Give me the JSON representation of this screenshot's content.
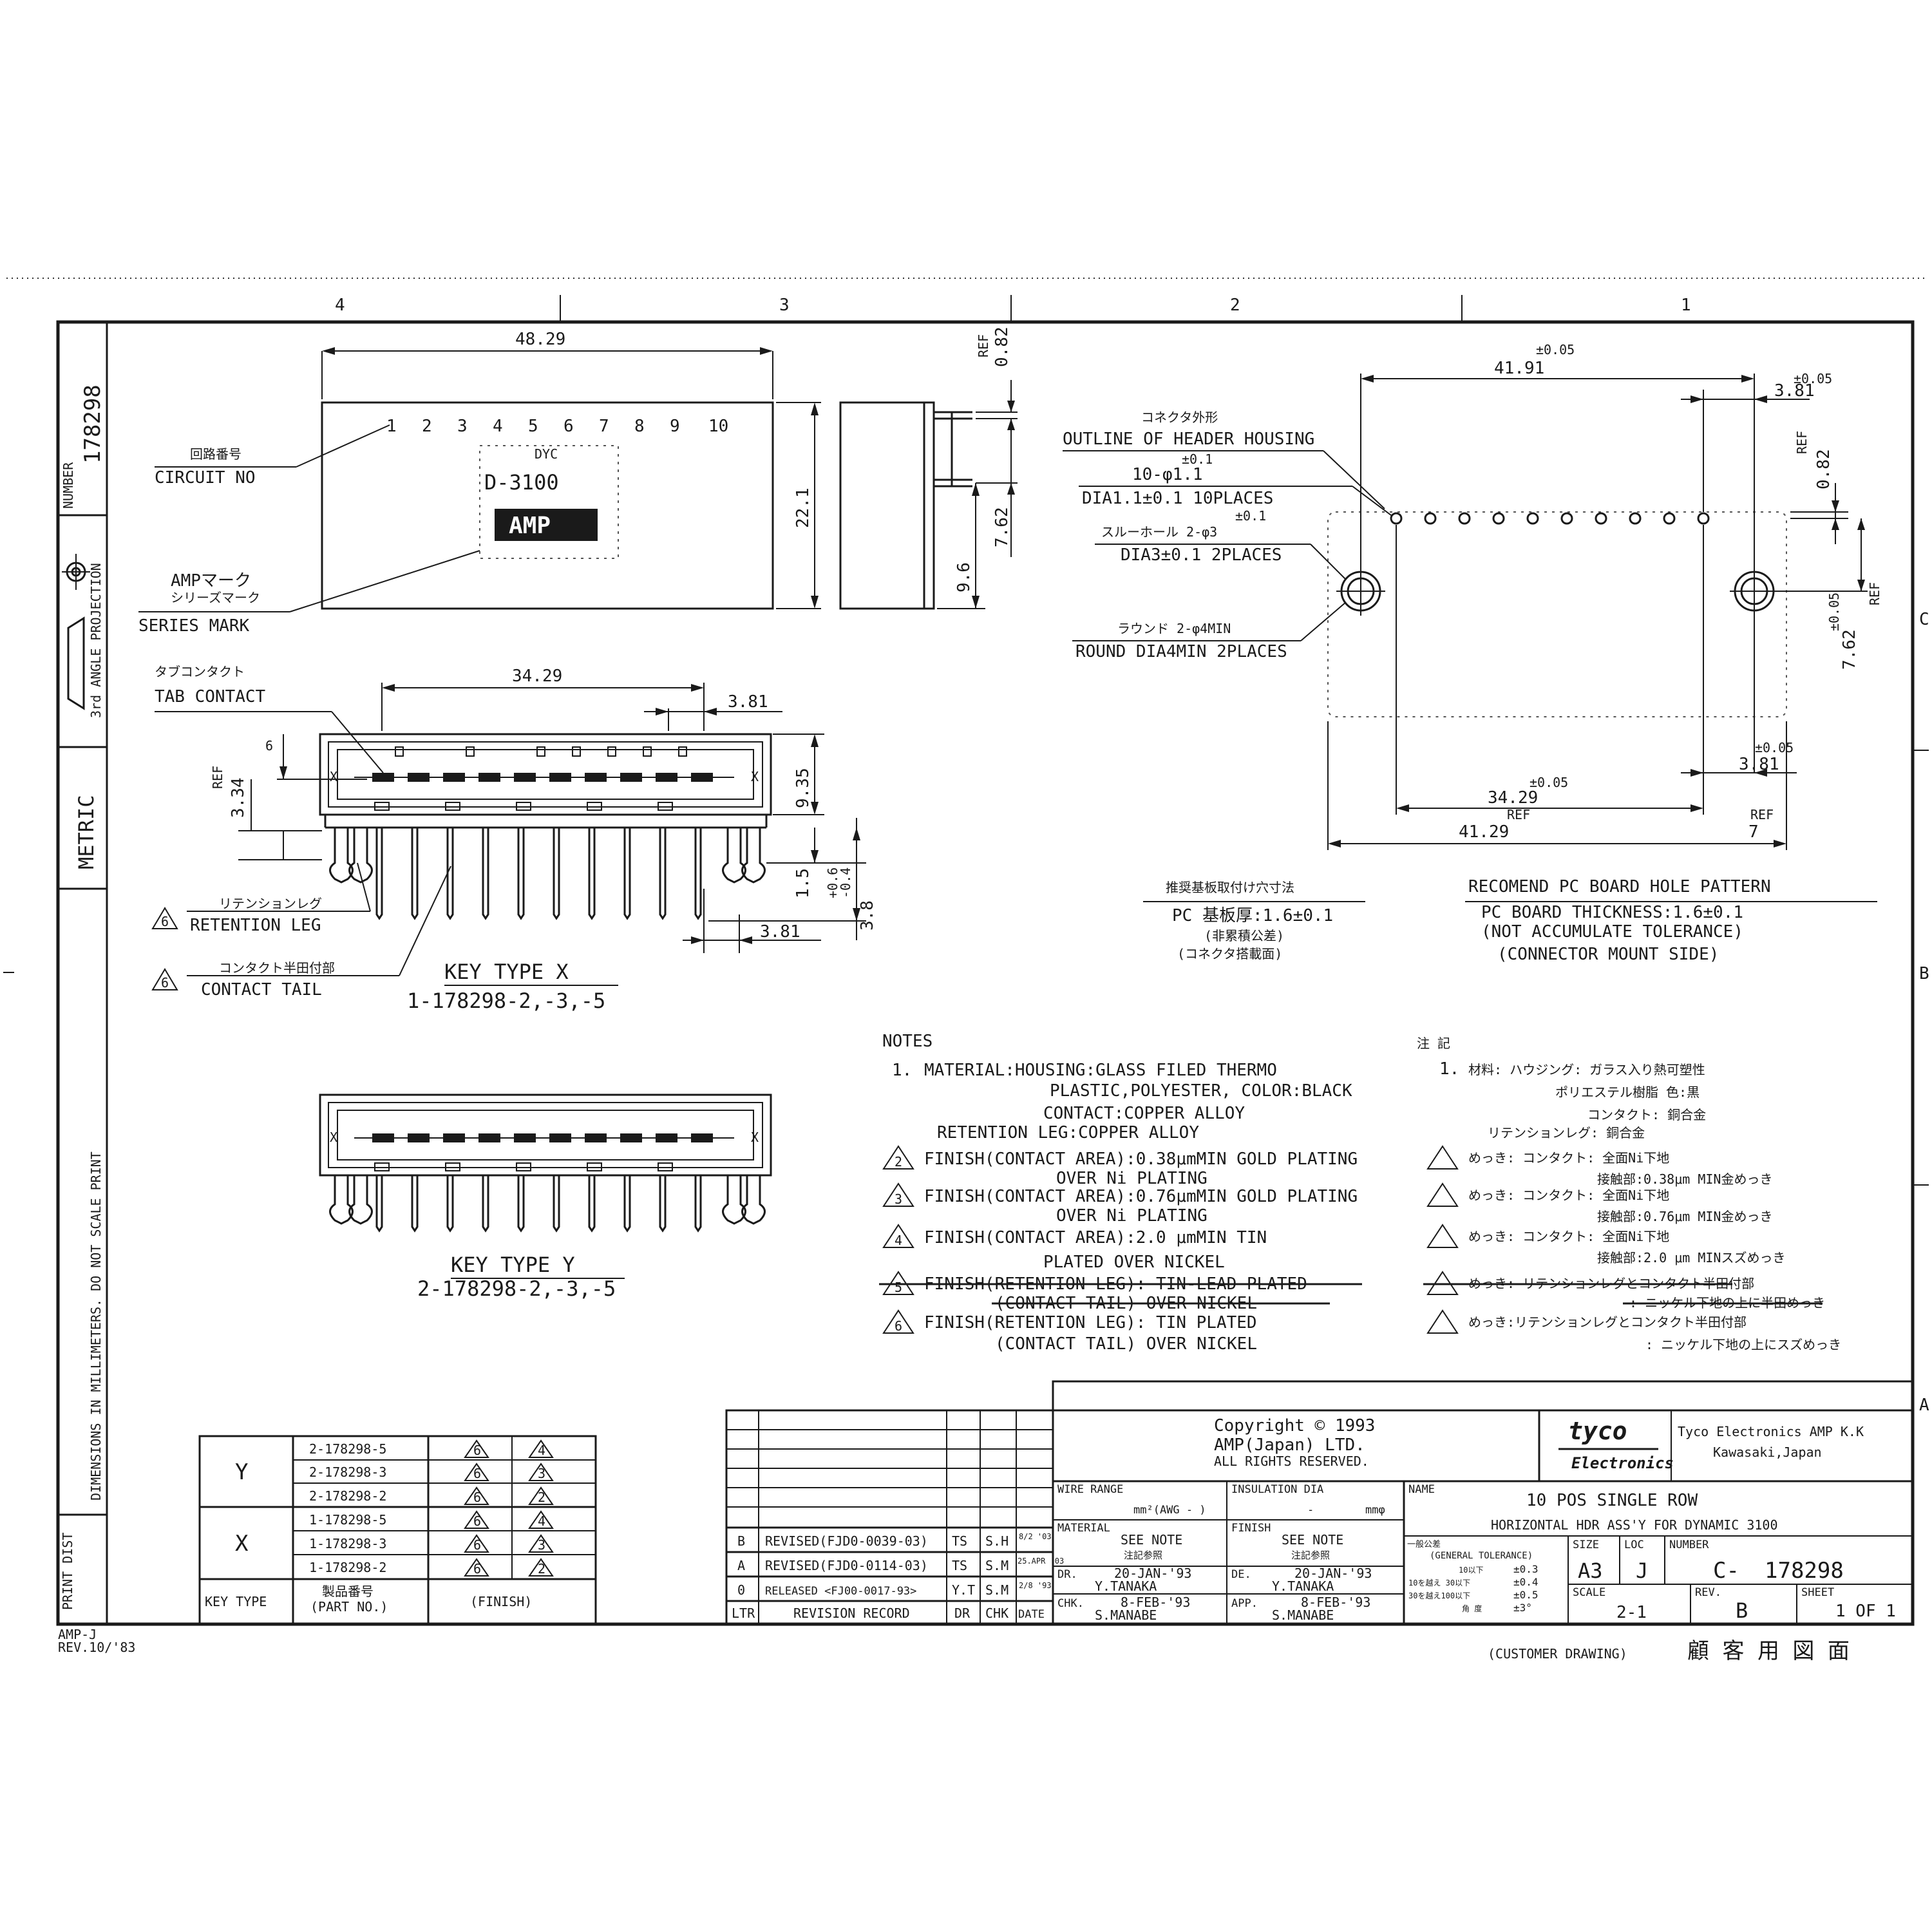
{
  "part_number_side": "178298",
  "side_labels": {
    "number": "NUMBER",
    "projection": "3rd ANGLE PROJECTION",
    "metric": "METRIC",
    "dimensions_note": "DIMENSIONS IN MILLIMETERS. DO NOT SCALE PRINT",
    "print_dist": "PRINT DIST",
    "form_code": "AMP-J",
    "form_rev": "REV.10/'83"
  },
  "zone_columns": [
    "4",
    "3",
    "2",
    "1"
  ],
  "zone_rows": [
    "C",
    "B",
    "A"
  ],
  "top_view": {
    "width_dim": "48.29",
    "circuit_numbers": [
      "10",
      "9",
      "8",
      "7",
      "6",
      "5",
      "4",
      "3",
      "2",
      "1"
    ],
    "dyc": "DYC",
    "series": "D-3100",
    "logo": "AMP",
    "circuit_no_jp": "回路番号",
    "circuit_no": "CIRCUIT NO",
    "amp_mark_jp": "AMPマーク",
    "series_mark_jp": "シリーズマーク",
    "series_mark": "SERIES MARK",
    "height_dim": "22.1"
  },
  "side_view": {
    "ref": "REF",
    "dim_082": "0.82",
    "dim_762": "7.62",
    "dim_96": "9.6"
  },
  "key_x_view": {
    "tab_contact_jp": "タブコンタクト",
    "tab_contact": "TAB CONTACT",
    "dim_3429": "34.29",
    "dim_381": "3.81",
    "dim_6": "6",
    "ref": "REF",
    "dim_334": "3.34",
    "dim_935": "9.35",
    "dim_15": "1.5",
    "tol_plus": "+0.6",
    "tol_minus": "-0.4",
    "dim_38": "3.8",
    "dim_381b": "3.81",
    "retention_leg_jp": "リテンションレグ",
    "retention_leg": "RETENTION LEG",
    "contact_tail_jp": "コンタクト半田付部",
    "contact_tail": "CONTACT TAIL",
    "flag_6a": "6",
    "flag_6b": "6",
    "key_title": "KEY TYPE X",
    "key_parts": "1-178298-2,-3,-5",
    "x_mark": "X"
  },
  "key_y_view": {
    "key_title": "KEY TYPE Y",
    "key_parts": "2-178298-2,-3,-5",
    "x_mark": "X"
  },
  "pcb_pattern": {
    "tol_005": "±0.05",
    "dim_4191": "41.91",
    "dim_381": "3.81",
    "ref": "REF",
    "dim_082": "0.82",
    "dim_762": "7.62",
    "dim_3429": "34.29",
    "dim_4129": "41.29",
    "dim_7": "7",
    "outline_jp": "コネクタ外形",
    "outline": "OUTLINE OF HEADER HOUSING",
    "tol_01": "±0.1",
    "holes10": "10-φ1.1",
    "holes10_desc": "DIA1.1±0.1 10PLACES",
    "thru_jp": "スルーホール 2-φ3",
    "holes2_desc": "DIA3±0.1 2PLACES",
    "round_jp": "ラウンド 2-φ4MIN",
    "round_desc": "ROUND DIA4MIN 2PLACES",
    "rec_jp": "推奨基板取付け穴寸法",
    "pc_jp": "PC 基板厚:1.6±0.1",
    "pc_jp2": "(非累積公差)",
    "pc_jp3": "(コネクタ搭載面)",
    "rec_title": "RECOMEND PC BOARD HOLE PATTERN",
    "thickness": "PC BOARD THICKNESS:1.6±0.1",
    "not_acc": "(NOT ACCUMULATE TOLERANCE)",
    "mount_side": "(CONNECTOR MOUNT SIDE)"
  },
  "notes": {
    "title": "NOTES",
    "n1_num": "1.",
    "n1a": "MATERIAL:HOUSING:GLASS FILED THERMO",
    "n1b": "PLASTIC,POLYESTER, COLOR:BLACK",
    "n1c": "CONTACT:COPPER ALLOY",
    "n1d": "RETENTION LEG:COPPER ALLOY",
    "n2_flag": "2",
    "n2a": "FINISH(CONTACT AREA):0.38μmMIN GOLD PLATING",
    "n2b": "OVER Ni PLATING",
    "n3_flag": "3",
    "n3a": "FINISH(CONTACT AREA):0.76μmMIN GOLD PLATING",
    "n3b": "OVER Ni PLATING",
    "n4_flag": "4",
    "n4a": "FINISH(CONTACT AREA):2.0 μmMIN TIN",
    "n4b": "PLATED OVER NICKEL",
    "n5_flag": "5",
    "n5a": "FINISH(RETENTION LEG): TIN-LEAD PLATED",
    "n5b": "(CONTACT TAIL) OVER NICKEL",
    "n6_flag": "6",
    "n6a": "FINISH(RETENTION LEG): TIN PLATED",
    "n6b": "(CONTACT TAIL) OVER NICKEL"
  },
  "notes_jp": {
    "title": "注 記",
    "n1_num": "1.",
    "n1a": "材料: ハウジング: ガラス入り熱可塑性",
    "n1b": "ポリエステル樹脂 色:黒",
    "n1c": "コンタクト: 銅合金",
    "n1d": "リテンションレグ: 銅合金",
    "n2a": "めっき: コンタクト: 全面Ni下地",
    "n2b": "接触部:0.38μm MIN金めっき",
    "n3a": "めっき: コンタクト: 全面Ni下地",
    "n3b": "接触部:0.76μm MIN金めっき",
    "n4a": "めっき: コンタクト: 全面Ni下地",
    "n4b": "接触部:2.0 μm MINスズめっき",
    "n5a": "めっき: リテンションレグとコンタクト半田付部",
    "n5b": ": ニッケル下地の上に半田めっき",
    "n6a": "めっき:リテンションレグとコンタクト半田付部",
    "n6b": ": ニッケル下地の上にスズめっき"
  },
  "key_table": {
    "header_key": "KEY TYPE",
    "header_part_jp": "製品番号",
    "header_part": "(PART NO.)",
    "header_finish": "(FINISH)",
    "groups": [
      {
        "key": "Y",
        "rows": [
          {
            "part": "2-178298-5",
            "f1": "6",
            "f2": "4"
          },
          {
            "part": "2-178298-3",
            "f1": "6",
            "f2": "3"
          },
          {
            "part": "2-178298-2",
            "f1": "6",
            "f2": "2"
          }
        ]
      },
      {
        "key": "X",
        "rows": [
          {
            "part": "1-178298-5",
            "f1": "6",
            "f2": "4"
          },
          {
            "part": "1-178298-3",
            "f1": "6",
            "f2": "3"
          },
          {
            "part": "1-178298-2",
            "f1": "6",
            "f2": "2"
          }
        ]
      }
    ]
  },
  "revisions": {
    "rows": [
      {
        "ltr": "B",
        "record": "REVISED(FJD0-0039-03)",
        "dr": "TS",
        "chk": "S.H",
        "date": "8/2 '03"
      },
      {
        "ltr": "A",
        "record": "REVISED(FJD0-0114-03)",
        "dr": "TS",
        "chk": "S.M",
        "date": "25.APR '03"
      },
      {
        "ltr": "0",
        "record": "RELEASED <FJ00-0017-93>",
        "dr": "Y.T",
        "chk": "S.M",
        "date": "2/8 '93"
      }
    ],
    "h_ltr": "LTR",
    "h_record": "REVISION RECORD",
    "h_dr": "DR",
    "h_chk": "CHK",
    "h_date": "DATE"
  },
  "title_block": {
    "copyright1": "Copyright © 1993",
    "copyright2": "AMP(Japan) LTD.",
    "copyright3": "ALL RIGHTS RESERVED.",
    "logo1": "tyco",
    "logo2": "Electronics",
    "company1": "Tyco Electronics AMP K.K",
    "company2": "Kawasaki,Japan",
    "wire_range": "WIRE RANGE",
    "wire_val": "mm²(AWG - )",
    "insulation": "INSULATION DIA",
    "ins_val": "-",
    "ins_unit": "mmφ",
    "name_label": "NAME",
    "name1": "10 POS SINGLE ROW",
    "name2": "HORIZONTAL HDR ASS'Y FOR DYNAMIC 3100",
    "material": "MATERIAL",
    "material_val": "SEE NOTE",
    "material_jp": "注記参照",
    "finish": "FINISH",
    "finish_val": "SEE NOTE",
    "finish_jp": "注記参照",
    "gen_tol_jp": "一般公差",
    "gen_tol": "(GENERAL TOLERANCE)",
    "tol_r1a": "10以下",
    "tol_r1b": "±0.3",
    "tol_r2a": "10を越え 30以下",
    "tol_r2b": "±0.4",
    "tol_r3a": "30を越え100以下",
    "tol_r3b": "±0.5",
    "tol_r4a": "角 度",
    "tol_r4b": "±3°",
    "size_label": "SIZE",
    "size": "A3",
    "loc_label": "LOC",
    "loc": "J",
    "number_label": "NUMBER",
    "number_prefix": "C-",
    "number": "178298",
    "dr_label": "DR.",
    "dr_date": "20-JAN-'93",
    "dr_name": "Y.TANAKA",
    "de_label": "DE.",
    "de_date": "20-JAN-'93",
    "de_name": "Y.TANAKA",
    "chk_label": "CHK.",
    "chk_date": "8-FEB-'93",
    "chk_name": "S.MANABE",
    "app_label": "APP.",
    "app_date": "8-FEB-'93",
    "app_name": "S.MANABE",
    "scale_label": "SCALE",
    "scale": "2-1",
    "rev_label": "REV.",
    "rev": "B",
    "sheet_label": "SHEET",
    "sheet": "1 OF 1",
    "customer": "(CUSTOMER DRAWING)",
    "customer_jp": "顧 客 用 図 面"
  }
}
